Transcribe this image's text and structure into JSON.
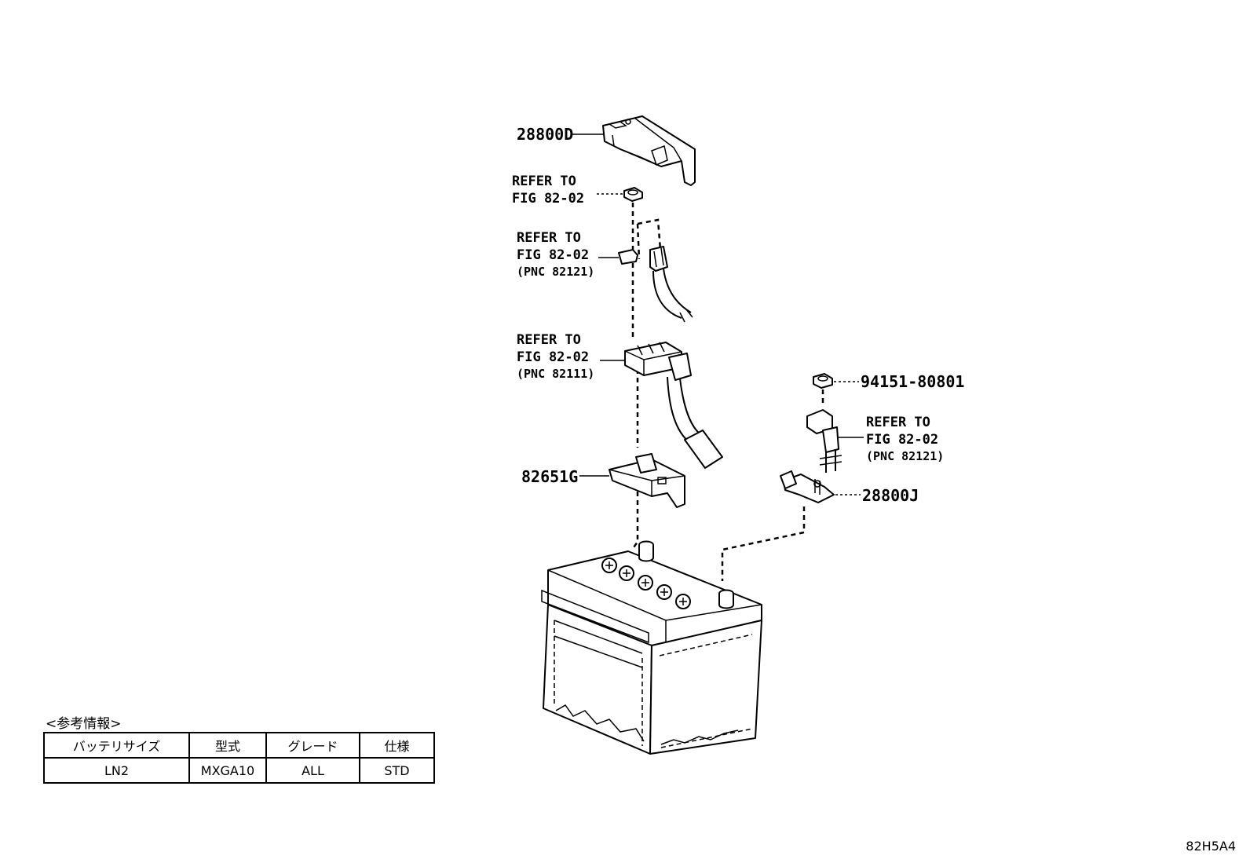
{
  "callouts": {
    "cover": "28800D",
    "bracket": "82651G",
    "terminal": "28800J",
    "nut": "94151-80801",
    "refer_nut": [
      "REFER TO",
      "FIG 82-02"
    ],
    "refer_cable_upper": [
      "REFER TO",
      "FIG 82-02",
      "(PNC 82121)"
    ],
    "refer_cable_main": [
      "REFER TO",
      "FIG 82-02",
      "(PNC 82111)"
    ],
    "refer_cable_neg": [
      "REFER TO",
      "FIG 82-02",
      "(PNC 82121)"
    ]
  },
  "info": {
    "title": "<参考情報>",
    "headers": [
      "バッテリサイズ",
      "型式",
      "グレード",
      "仕様"
    ],
    "row": [
      "LN2",
      "MXGA10",
      "ALL",
      "STD"
    ]
  },
  "figure_code": "82H5A4"
}
